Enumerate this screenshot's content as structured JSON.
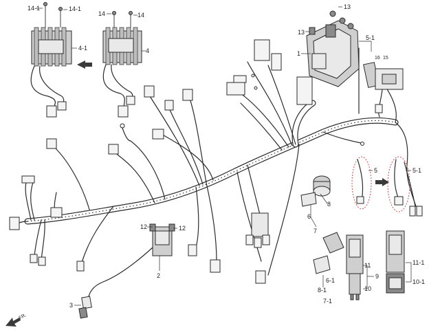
{
  "callouts": {
    "c1": "1",
    "c2": "2",
    "c3": "3",
    "c4": "4",
    "c4_1": "4-1",
    "c5": "5",
    "c5_1_top": "5-1",
    "c5_1_right": "5-1",
    "c6": "6",
    "c6_1": "6-1",
    "c7": "7",
    "c7_1": "7-1",
    "c8": "8",
    "c8_1": "8-1",
    "c9": "9",
    "c10": "10",
    "c10_1": "10-1",
    "c11": "11",
    "c11_1": "11-1",
    "c12a": "12",
    "c12b": "12",
    "c13a": "13",
    "c13b": "13",
    "c14a": "14",
    "c14b": "14",
    "c14_1a": "14-1",
    "c14_1b": "14-1",
    "c15": "15",
    "c16": "16"
  },
  "front_marker": "FR.",
  "icons": [
    "front-direction-arrow-icon",
    "bolt-icon",
    "screw-icon",
    "nut-icon"
  ]
}
